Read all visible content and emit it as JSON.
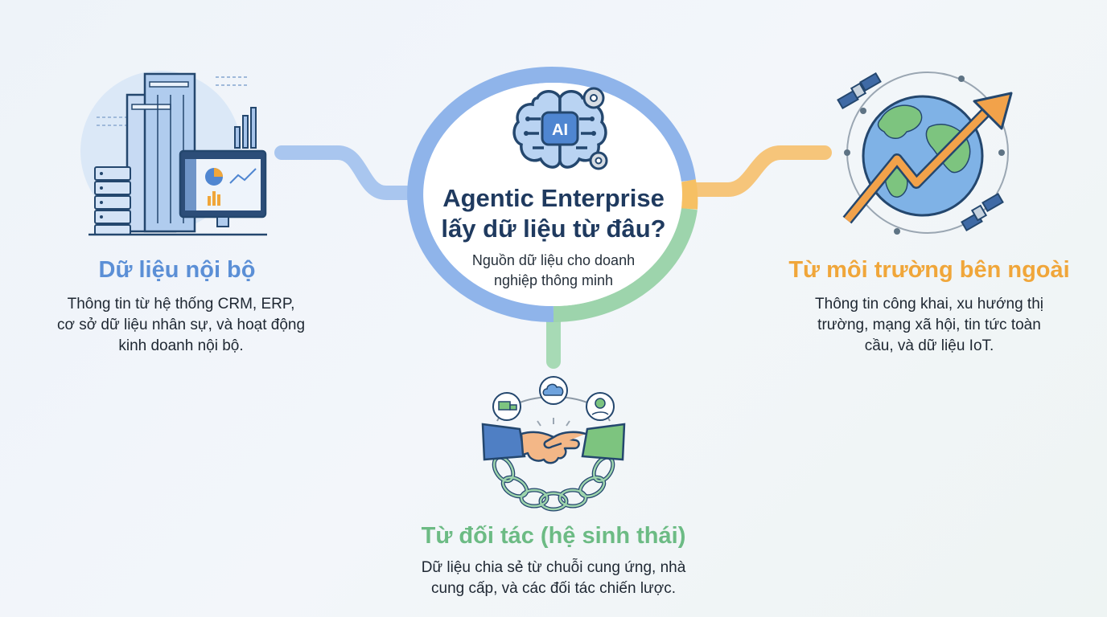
{
  "center": {
    "icon": "ai-brain-gear-icon",
    "icon_label": "AI",
    "title_line1": "Agentic Enterprise",
    "title_line2": "lấy dữ liệu từ đâu?",
    "subtitle_line1": "Nguồn dữ liệu cho doanh",
    "subtitle_line2": "nghiệp thông minh"
  },
  "internal": {
    "icon": "office-building-server-dashboard-icon",
    "title": "Dữ liệu nội bộ",
    "desc_lines": [
      "Thông tin từ hệ thống CRM, ERP,",
      "cơ sở dữ liệu nhân sự, và hoạt động",
      "kinh doanh nội bộ."
    ],
    "color": "#5b8fd6"
  },
  "external": {
    "icon": "globe-satellite-growth-arrow-icon",
    "title": "Từ môi trường bên ngoài",
    "desc_lines": [
      "Thông tin công khai, xu hướng thị",
      "trường, mạng xã hội, tin tức toàn",
      "cầu, và dữ liệu IoT."
    ],
    "color": "#f0a63a"
  },
  "partners": {
    "icon": "handshake-chain-ecosystem-icon",
    "title": "Từ đối tác (hệ sinh thái)",
    "desc_lines": [
      "Dữ liệu chia sẻ từ chuỗi cung ứng, nhà",
      "cung cấp, và các đối tác chiến lược."
    ],
    "color": "#6cbb84"
  },
  "colors": {
    "blue": "#8fb4ea",
    "orange": "#f6c064",
    "green": "#9dd4ac",
    "title_dark": "#1f3a5f"
  }
}
